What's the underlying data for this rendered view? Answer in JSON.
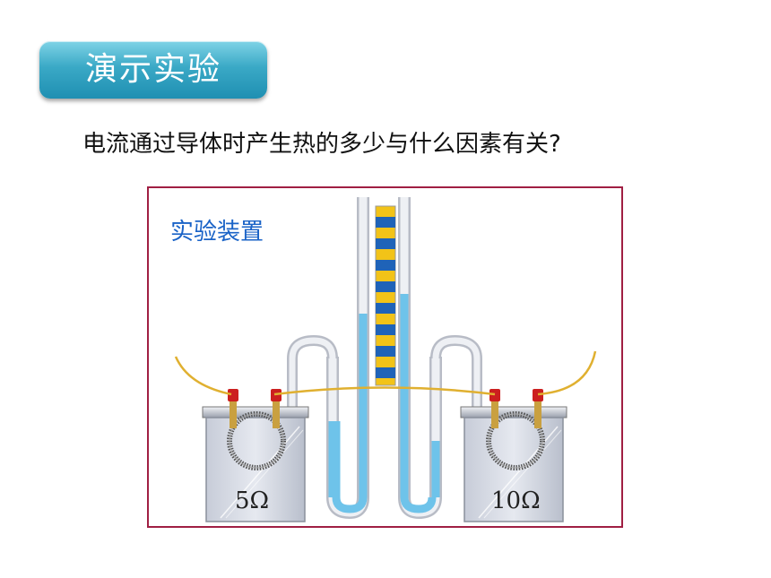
{
  "header": {
    "badge_text": "演示实验"
  },
  "question": "电流通过导体时产生热的多少与什么因素有关?",
  "figure": {
    "label": "实验装置",
    "resistors": [
      {
        "name": "left-resistor",
        "label": "5Ω"
      },
      {
        "name": "right-resistor",
        "label": "10Ω"
      }
    ],
    "colors": {
      "frame": "#a01f43",
      "label": "#1a63c7",
      "liquid": "#6ec3ea",
      "wire": "#e0b030",
      "terminal": "#cc1f1f",
      "scale_yellow": "#f2c318",
      "scale_blue": "#1f63b8"
    }
  }
}
